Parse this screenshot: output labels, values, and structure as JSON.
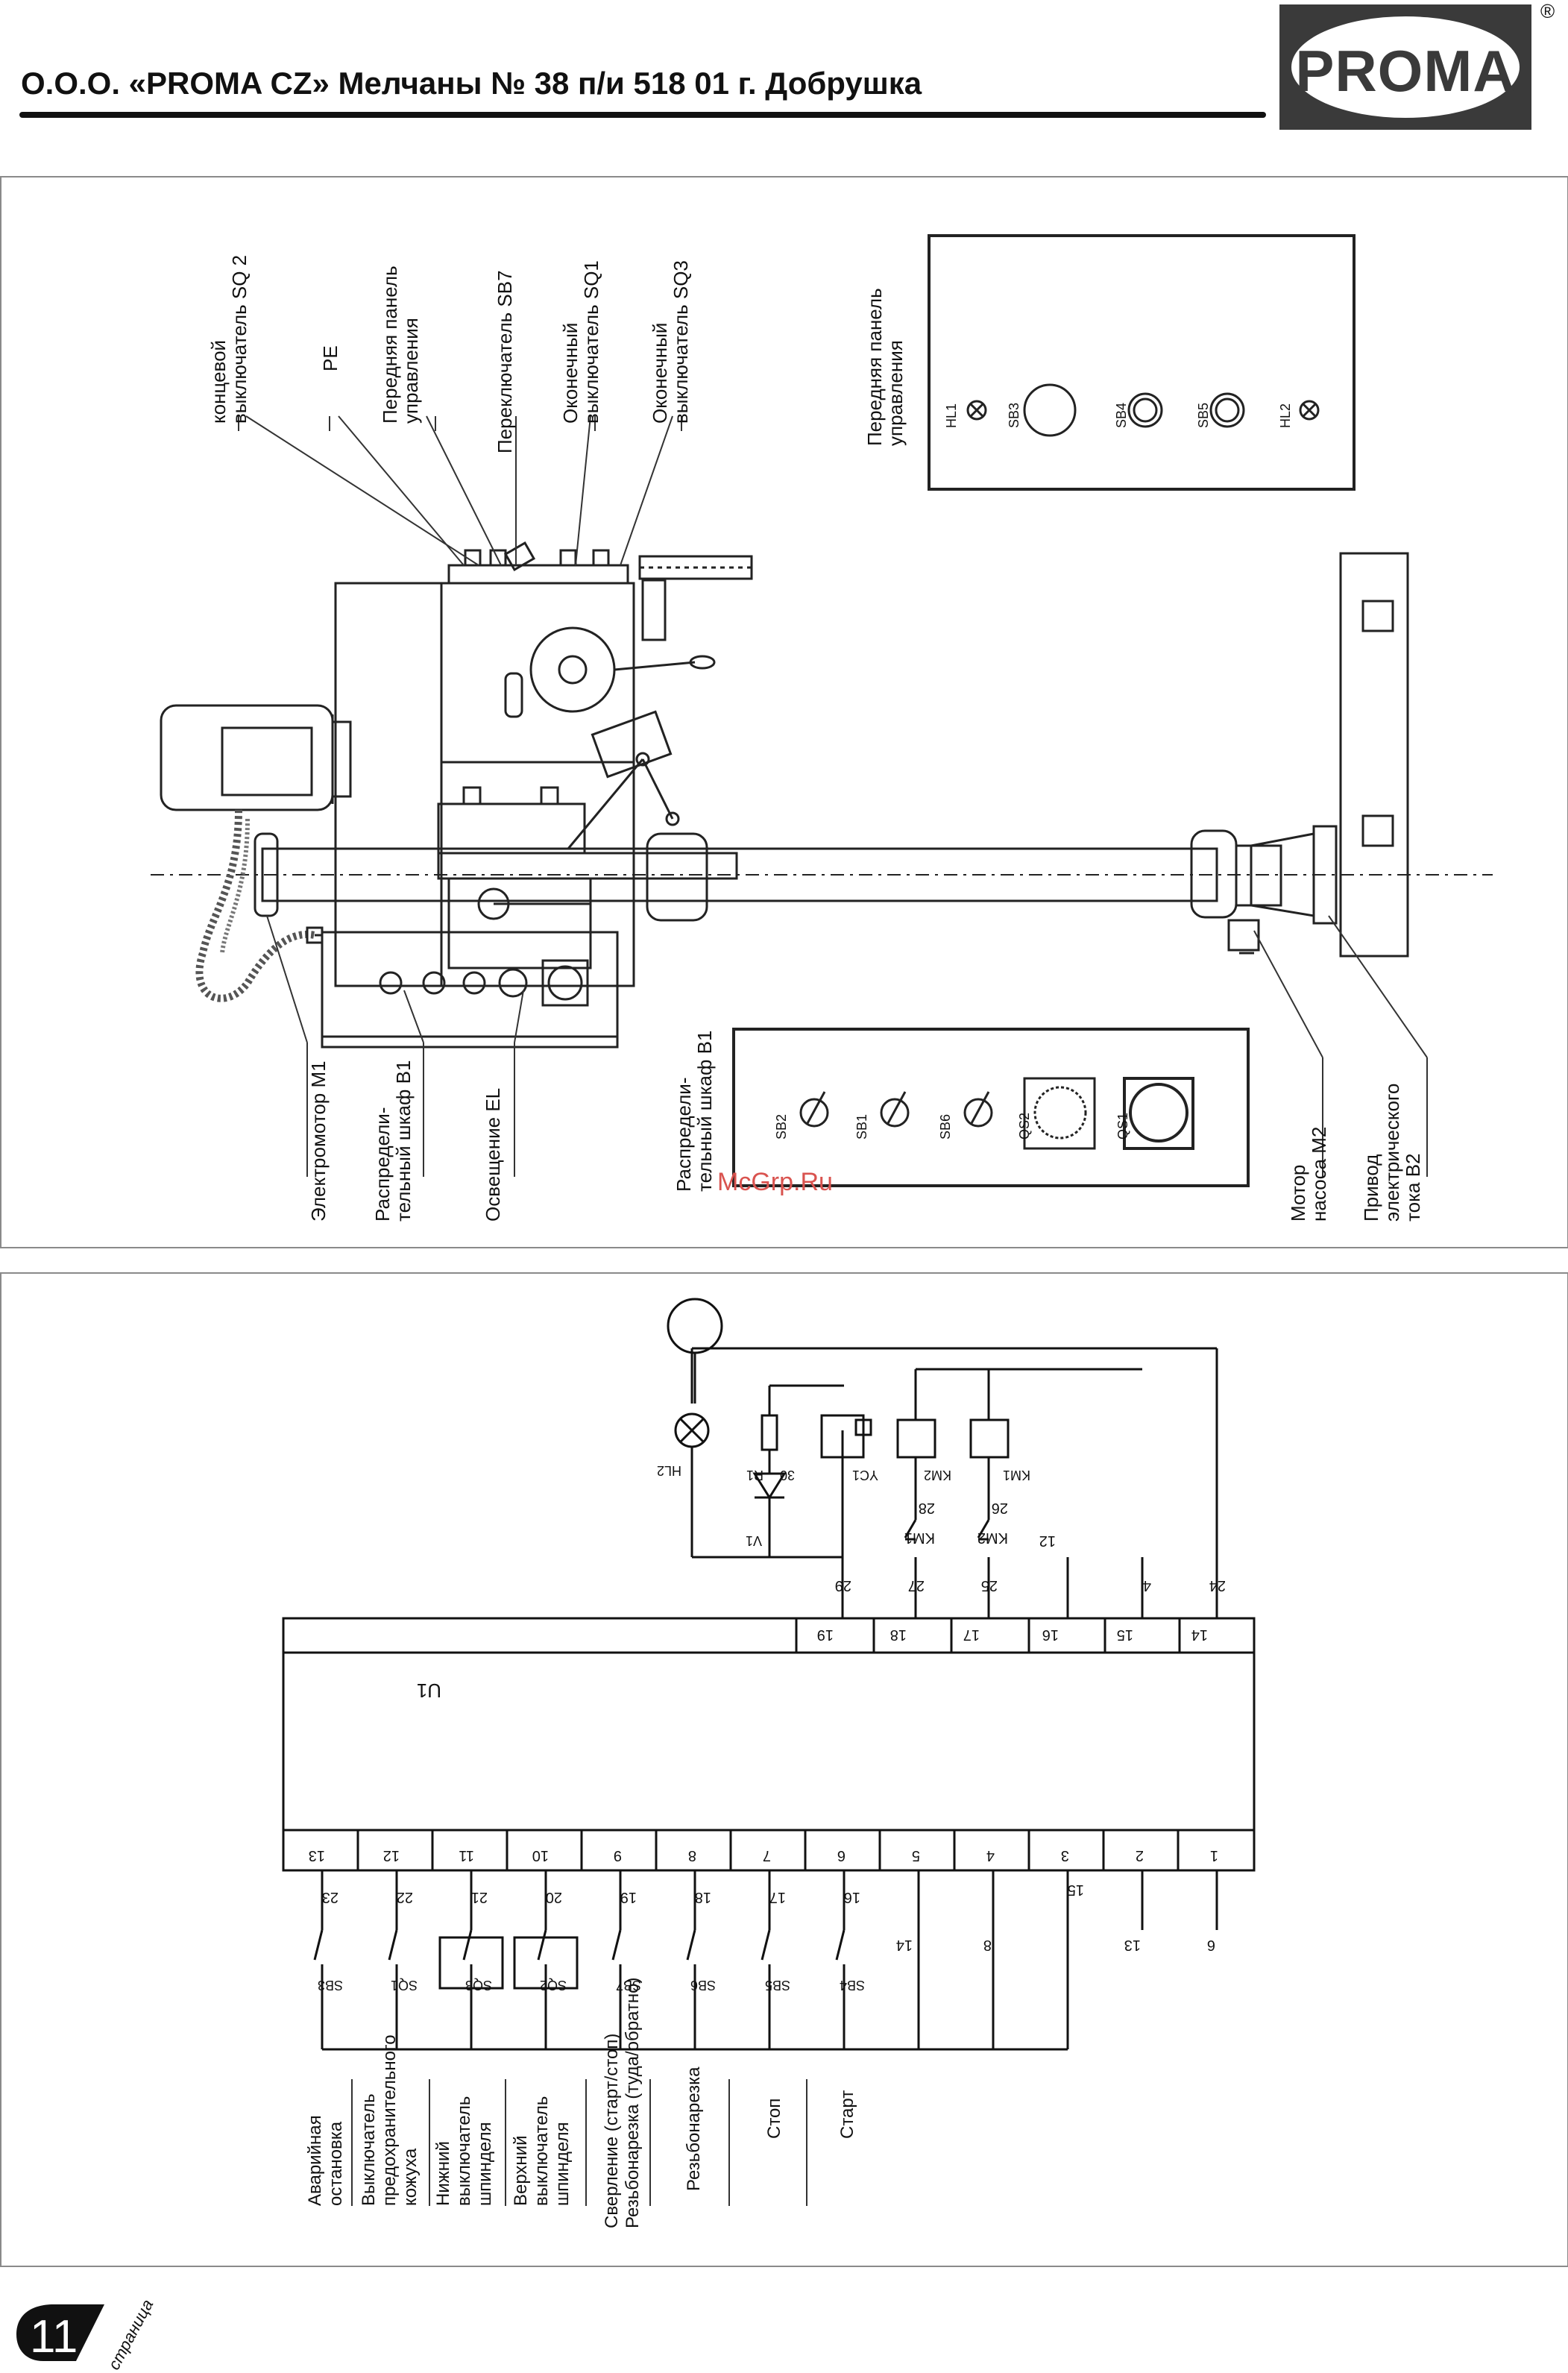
{
  "header": {
    "title": "О.О.О. «PROMA CZ» Мелчаны № 38 п/и 518 01 г. Добрушка",
    "logo": "PROMA",
    "reg_mark": "®"
  },
  "watermark": "McGrp.Ru",
  "page": {
    "number": "11",
    "word": "страница"
  },
  "top_panel": {
    "labels_top": [
      {
        "l1": "концевой",
        "l2": "выключатель SQ 2"
      },
      {
        "l1": "PE",
        "l2": ""
      },
      {
        "l1": "Передняя панель",
        "l2": "управления"
      },
      {
        "l1": "Переключатель SB7",
        "l2": ""
      },
      {
        "l1": "Оконечный",
        "l2": "выключатель SQ1"
      },
      {
        "l1": "Оконечный",
        "l2": "выключатель SQ3"
      }
    ],
    "front_panel_label": {
      "l1": "Передняя панель",
      "l2": "управления"
    },
    "front_panel_items": [
      "HL1",
      "SB3",
      "SB4",
      "SB5",
      "HL2"
    ],
    "labels_bottom": [
      {
        "l1": "Электромотор M1",
        "l2": ""
      },
      {
        "l1": "Распредели-",
        "l2": "тельный шкаф B1"
      },
      {
        "l1": "Освещение EL",
        "l2": ""
      },
      {
        "l1": "Распредели-",
        "l2": "тельный шкаф B1"
      },
      {
        "l1": "Мотор",
        "l2": "насоса M2"
      },
      {
        "l1": "Привод",
        "l2": "электрического",
        "l3": "тока B2"
      }
    ],
    "cabinet_items": [
      "SB2",
      "SB1",
      "SB6",
      "QS2",
      "QS1"
    ]
  },
  "schematic": {
    "controller": "U1",
    "top_terminals": [
      "19",
      "18",
      "17",
      "16",
      "15",
      "14"
    ],
    "top_wires": [
      "29",
      "27",
      "25",
      "12",
      "4",
      "24"
    ],
    "contact_wires": [
      "28",
      "26"
    ],
    "contacts": [
      "KM1",
      "KM2"
    ],
    "components": [
      "HL2",
      "R1",
      "30",
      "V1",
      "YC1",
      "KM2",
      "KM1"
    ],
    "bottom_terminals": [
      "13",
      "12",
      "11",
      "10",
      "9",
      "8",
      "7",
      "6",
      "5",
      "4",
      "3",
      "2",
      "1"
    ],
    "bottom_wires": [
      "23",
      "22",
      "21",
      "20",
      "19",
      "18",
      "17",
      "16",
      "14",
      "8",
      "15",
      "13",
      "6"
    ],
    "switches": [
      "SB3",
      "SQ1",
      "SQ3",
      "SQ2",
      "SB7",
      "SB6",
      "SB5",
      "SB4"
    ],
    "function_labels": [
      {
        "l1": "Аварийная",
        "l2": "остановка"
      },
      {
        "l1": "Выключатель",
        "l2": "предохранительного",
        "l3": "кожуха"
      },
      {
        "l1": "Нижний",
        "l2": "выключатель",
        "l3": "шпинделя"
      },
      {
        "l1": "Верхний",
        "l2": "выключатель",
        "l3": "шпинделя"
      },
      {
        "l1": "Сверление (старт/стоп)",
        "l2": "Резьбонарезка (туда/обратно)"
      },
      {
        "l1": "Резьбонарезка",
        "l2": ""
      },
      {
        "l1": "Стоп",
        "l2": ""
      },
      {
        "l1": "Старт",
        "l2": ""
      }
    ]
  }
}
